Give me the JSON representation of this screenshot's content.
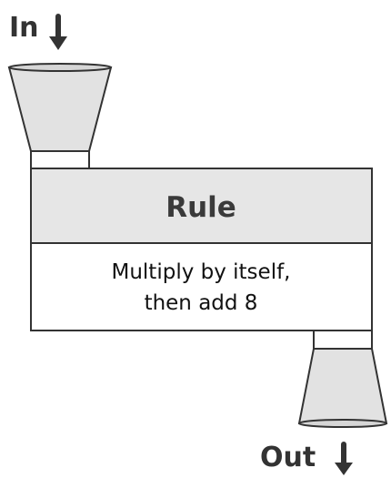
{
  "machine": {
    "input_label": "In",
    "output_label": "Out",
    "rule_title": "Rule",
    "rule_line1": "Multiply by itself,",
    "rule_line2": "then add 8"
  },
  "icons": {
    "input_arrow": "arrow-down-icon",
    "output_arrow": "arrow-down-icon"
  },
  "colors": {
    "header_fill": "#e6e6e6",
    "funnel_fill": "#e2e2e2",
    "body_fill": "#ffffff",
    "stroke": "#333333",
    "title_text": "#3a3a3a"
  }
}
